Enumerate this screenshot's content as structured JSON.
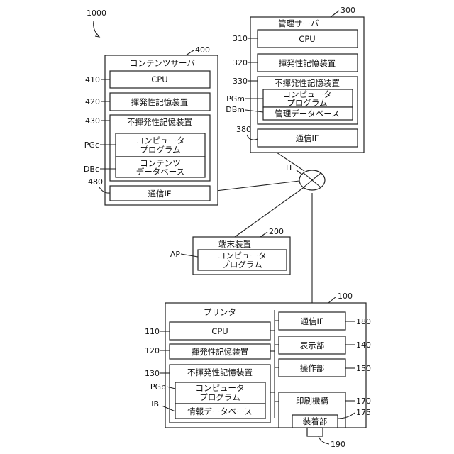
{
  "system_ref": "1000",
  "network": {
    "label": "IT"
  },
  "management_server": {
    "ref": "300",
    "title": "管理サーバ",
    "cpu": {
      "ref": "310",
      "label": "CPU"
    },
    "volatile": {
      "ref": "320",
      "label": "揮発性記憶装置"
    },
    "nonvolatile": {
      "ref": "330",
      "label": "不揮発性記憶装置"
    },
    "program": {
      "ref": "PGm",
      "line1": "コンピュータ",
      "line2": "プログラム"
    },
    "database": {
      "ref": "DBm",
      "label": "管理データベース"
    },
    "comm_if": {
      "ref": "380",
      "label": "通信IF"
    }
  },
  "content_server": {
    "ref": "400",
    "title": "コンテンツサーバ",
    "cpu": {
      "ref": "410",
      "label": "CPU"
    },
    "volatile": {
      "ref": "420",
      "label": "揮発性記憶装置"
    },
    "nonvolatile": {
      "ref": "430",
      "label": "不揮発性記憶装置"
    },
    "program": {
      "ref": "PGc",
      "line1": "コンピュータ",
      "line2": "プログラム"
    },
    "database": {
      "ref": "DBc",
      "line1": "コンテンツ",
      "line2": "データベース"
    },
    "comm_if": {
      "ref": "480",
      "label": "通信IF"
    }
  },
  "terminal": {
    "ref": "200",
    "title": "端末装置",
    "program": {
      "ref": "AP",
      "line1": "コンピュータ",
      "line2": "プログラム"
    }
  },
  "printer": {
    "ref": "100",
    "title": "プリンタ",
    "cpu": {
      "ref": "110",
      "label": "CPU"
    },
    "volatile": {
      "ref": "120",
      "label": "揮発性記憶装置"
    },
    "nonvolatile": {
      "ref": "130",
      "label": "不揮発性記憶装置"
    },
    "program": {
      "ref": "PGp",
      "line1": "コンピュータ",
      "line2": "プログラム"
    },
    "database": {
      "ref": "IB",
      "label": "情報データベース"
    },
    "comm_if": {
      "ref": "180",
      "label": "通信IF"
    },
    "display": {
      "ref": "140",
      "label": "表示部"
    },
    "operation": {
      "ref": "150",
      "label": "操作部"
    },
    "print_mech": {
      "ref": "170",
      "label": "印刷機構"
    },
    "mount": {
      "ref": "175",
      "label": "装着部"
    },
    "cartridge": {
      "ref": "190"
    }
  }
}
